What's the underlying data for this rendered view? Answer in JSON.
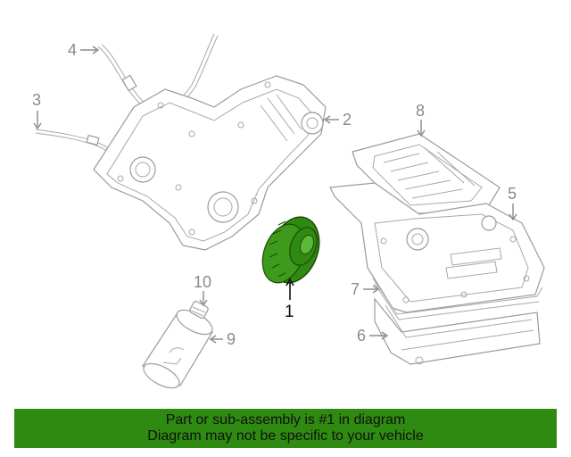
{
  "callouts": [
    {
      "id": 1,
      "label": "1",
      "highlighted": true
    },
    {
      "id": 2,
      "label": "2"
    },
    {
      "id": 3,
      "label": "3"
    },
    {
      "id": 4,
      "label": "4"
    },
    {
      "id": 5,
      "label": "5"
    },
    {
      "id": 6,
      "label": "6"
    },
    {
      "id": 7,
      "label": "7"
    },
    {
      "id": 8,
      "label": "8"
    },
    {
      "id": 9,
      "label": "9"
    },
    {
      "id": 10,
      "label": "10"
    }
  ],
  "banner": {
    "line1": "Part or sub-assembly is #1 in diagram",
    "line2": "Diagram may not be specific to your vehicle"
  },
  "colors": {
    "highlight_part": "#2f8a11",
    "banner_background": "#2f8a11",
    "line_art": "#9a9a9a"
  }
}
